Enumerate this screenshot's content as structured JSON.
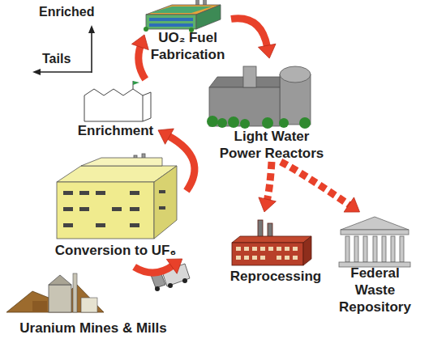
{
  "diagram": {
    "nodes": [
      {
        "text": [
          "UO₂ Fuel Fabrication"
        ]
      },
      {
        "text": [
          "Light Water Power Reactors"
        ]
      },
      {
        "text": [
          "Enrichment"
        ]
      },
      {
        "text": [
          "Conversion to UF₆"
        ]
      },
      {
        "text": [
          "Reprocessing"
        ]
      },
      {
        "text": [
          "Federal Waste Repository"
        ]
      },
      {
        "text": [
          "Uranium Mines & Mills"
        ]
      }
    ],
    "edges": [
      {
        "from": 6,
        "to": 3,
        "arrow": "to"
      },
      {
        "from": 3,
        "to": 2,
        "arrow": "to"
      },
      {
        "from": 2,
        "to": 0,
        "arrow": "to"
      },
      {
        "from": 0,
        "to": 1,
        "arrow": "to"
      },
      {
        "from": 1,
        "to": 4,
        "arrow": "to"
      },
      {
        "from": 1,
        "to": 5,
        "arrow": "to"
      }
    ],
    "labels": [
      "Enriched",
      "Tails"
    ]
  }
}
